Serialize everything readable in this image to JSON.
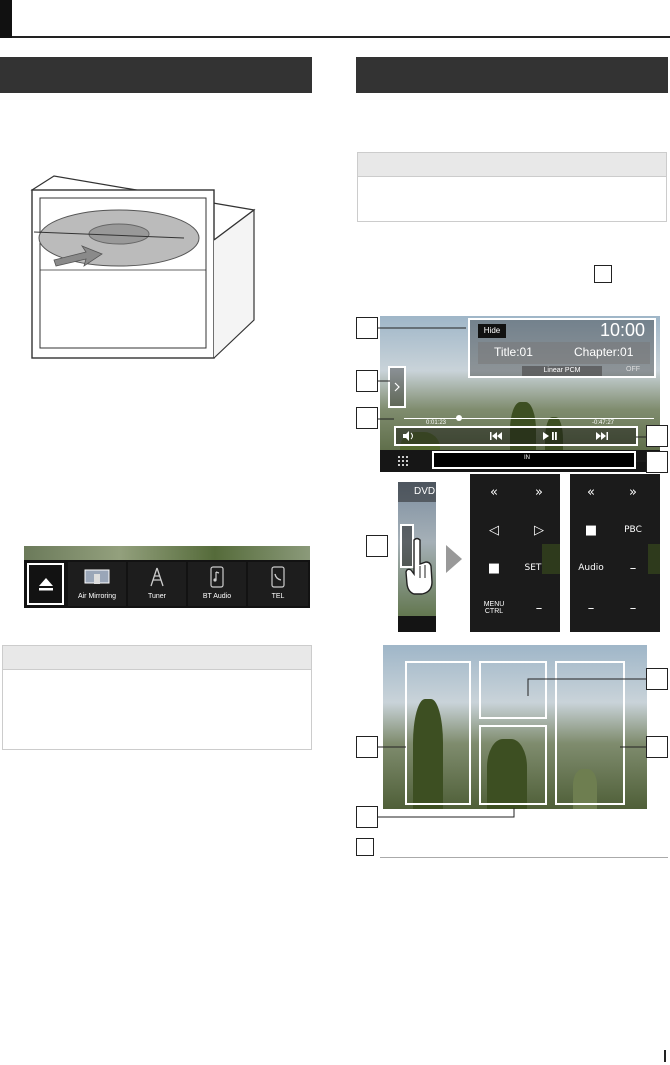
{
  "player": {
    "hide_label": "Hide",
    "clock": "10:00",
    "title_text": "Title:01",
    "chapter_text": "Chapter:01",
    "audio_format": "Linear PCM",
    "off_label": "OFF",
    "elapsed": "0:01:23",
    "remaining": "-0:47:27",
    "status": "IN"
  },
  "source_bar": {
    "tiles": [
      {
        "label": "Air Mirroring"
      },
      {
        "label": "Tuner"
      },
      {
        "label": "BT Audio"
      },
      {
        "label": "TEL"
      }
    ]
  },
  "control_panel": {
    "dvd_label": "DVD",
    "pad1": {
      "setup": "SETUP",
      "menu_ctrl_1": "MENU",
      "menu_ctrl_2": "CTRL",
      "dash": "–"
    },
    "pad2": {
      "pbc": "PBC",
      "audio": "Audio",
      "dash1": "–",
      "dash2": "–",
      "dash3": "–"
    }
  },
  "colors": {
    "section_header": "#333333",
    "note_header": "#e8e8e8",
    "ui_dark": "#1a1a1a"
  }
}
